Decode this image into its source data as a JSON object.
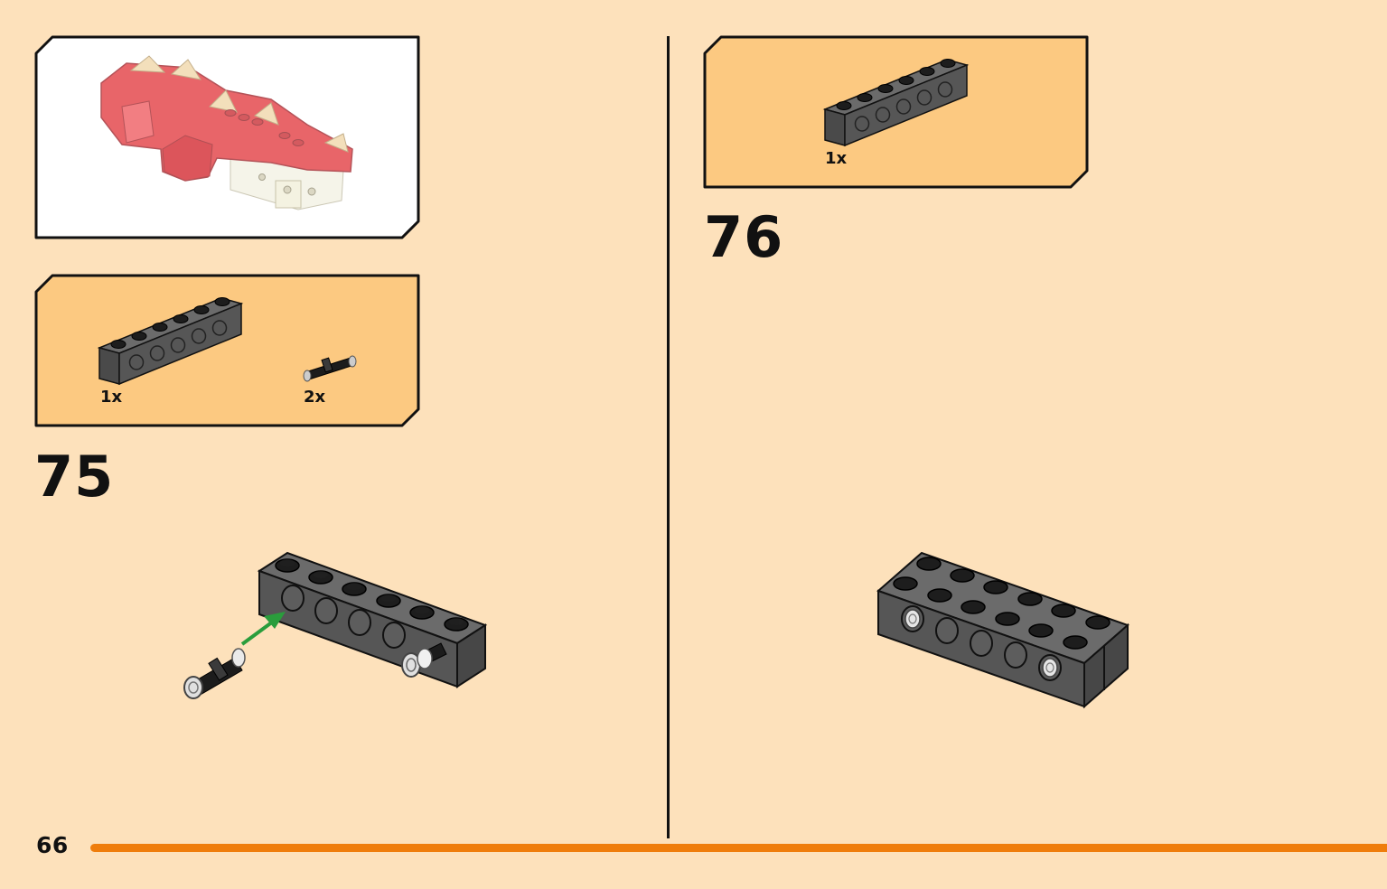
{
  "page": {
    "number": "66"
  },
  "steps": [
    {
      "number": "75",
      "parts": [
        {
          "quantity": "1x",
          "part": "technic-brick-1x6-black"
        },
        {
          "quantity": "2x",
          "part": "technic-pin-black"
        }
      ]
    },
    {
      "number": "76",
      "parts": [
        {
          "quantity": "1x",
          "part": "technic-brick-1x6-black"
        }
      ]
    }
  ],
  "colors": {
    "background": "#fde1bb",
    "parts_panel": "#fcc981",
    "progress_bar": "#ef7d0c",
    "brick": "#565656",
    "arrow": "#2a9d3c",
    "model_red": "#e0343a"
  }
}
